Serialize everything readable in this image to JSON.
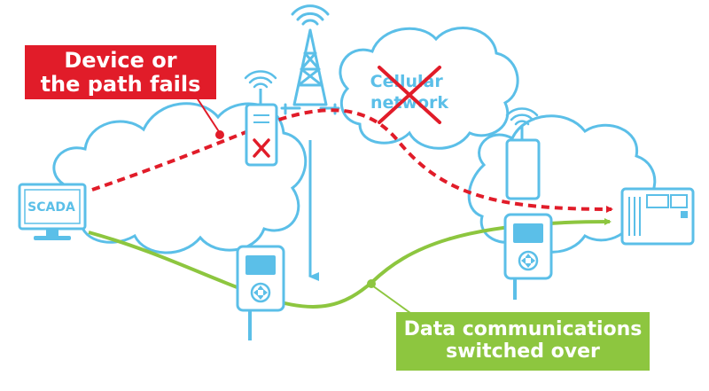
{
  "scada_label": "SCADA",
  "cellular_label": "Cellular\nnetwork",
  "fail_callout": "Device or\nthe path fails",
  "switch_callout": "Data communications\nswitched over",
  "colors": {
    "cloud": "#5bbfe8",
    "failure": "#e11c29",
    "success": "#8dc63f",
    "background": "#ffffff"
  },
  "icons": [
    "monitor-icon",
    "radio-tower-icon",
    "wireless-router-icon",
    "handheld-modem-icon",
    "server-rack-icon",
    "cross-mark-icon"
  ]
}
